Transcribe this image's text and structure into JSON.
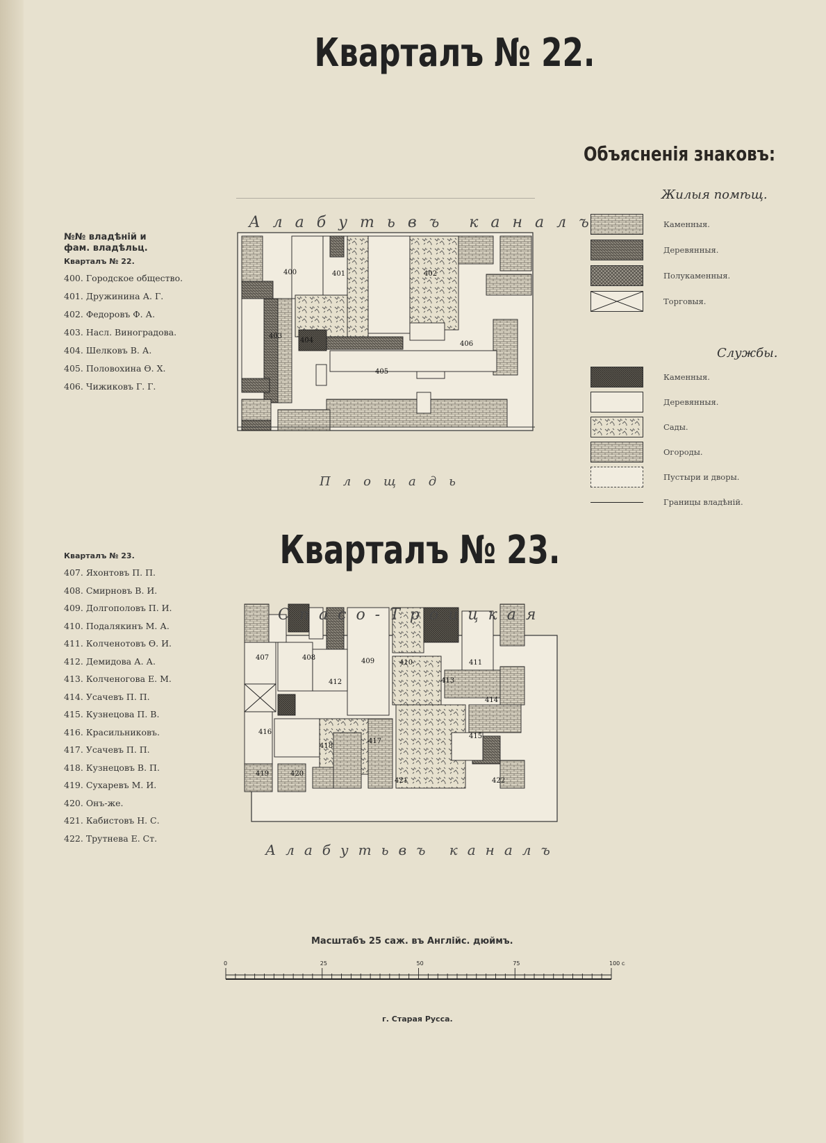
{
  "quarter22": {
    "title": "Кварталъ № 22.",
    "list_header": "№№ владѣній и фам. владѣльц.",
    "list_subheader": "Кварталъ № 22.",
    "owners": [
      {
        "num": "400.",
        "name": "Городское общество."
      },
      {
        "num": "401.",
        "name": "Дружинина А. Г."
      },
      {
        "num": "402.",
        "name": "Федоровъ Ф. А."
      },
      {
        "num": "403.",
        "name": "Насл. Виноградова."
      },
      {
        "num": "404.",
        "name": "Шелковъ В. А."
      },
      {
        "num": "405.",
        "name": "Половохина Ө. Х."
      },
      {
        "num": "406.",
        "name": "Чижиковъ Г. Г."
      }
    ],
    "streets": {
      "top": "Алабутьвъ каналъ",
      "bottom": "Площадь"
    },
    "plot_labels": [
      "400",
      "401",
      "402",
      "403",
      "404",
      "405",
      "406"
    ]
  },
  "quarter23": {
    "title": "Кварталъ № 23.",
    "list_subheader": "Кварталъ № 23.",
    "owners": [
      {
        "num": "407.",
        "name": "Яхонтовъ П. П."
      },
      {
        "num": "408.",
        "name": "Смирновъ В. И."
      },
      {
        "num": "409.",
        "name": "Долгополовъ П. И."
      },
      {
        "num": "410.",
        "name": "Подалякинъ М. А."
      },
      {
        "num": "411.",
        "name": "Колченотовъ Ө. И."
      },
      {
        "num": "412.",
        "name": "Демидова А. А."
      },
      {
        "num": "413.",
        "name": "Колченогова Е. М."
      },
      {
        "num": "414.",
        "name": "Усачевъ П. П."
      },
      {
        "num": "415.",
        "name": "Кузнецова П. В."
      },
      {
        "num": "416.",
        "name": "Красильниковъ."
      },
      {
        "num": "417.",
        "name": "Усачевъ П. П."
      },
      {
        "num": "418.",
        "name": "Кузнецовъ В. П."
      },
      {
        "num": "419.",
        "name": "Сухаревъ М. И."
      },
      {
        "num": "420.",
        "name": "Онъ-же."
      },
      {
        "num": "421.",
        "name": "Кабистовъ Н. С."
      },
      {
        "num": "422.",
        "name": "Трутнева Е. Ст."
      }
    ],
    "streets": {
      "top": "Спасо-Троицкая",
      "bottom": "Алабутьвъ каналъ"
    },
    "plot_labels": [
      "407",
      "408",
      "409",
      "410",
      "411",
      "412",
      "413",
      "414",
      "415",
      "416",
      "417",
      "418",
      "419",
      "420",
      "421",
      "422"
    ]
  },
  "legend": {
    "title": "Объясненія знаковъ:",
    "section_living": "Жилыя помѣщ.",
    "living": [
      {
        "label": "Каменныя.",
        "pattern": "brick"
      },
      {
        "label": "Деревянныя.",
        "pattern": "wood"
      },
      {
        "label": "Полукаменныя.",
        "pattern": "cross"
      },
      {
        "label": "Торговыя.",
        "pattern": "x"
      }
    ],
    "section_services": "Службы.",
    "services": [
      {
        "label": "Каменныя.",
        "pattern": "dark"
      },
      {
        "label": "Деревянныя.",
        "pattern": "blank"
      },
      {
        "label": "Сады.",
        "pattern": "garden"
      },
      {
        "label": "Огороды.",
        "pattern": "brick"
      },
      {
        "label": "Пустыри и дворы.",
        "pattern": "dashed"
      },
      {
        "label": "Границы владѣній.",
        "pattern": "line"
      }
    ]
  },
  "scale": {
    "title": "Масштабъ 25 саж. въ Англійс. дюймъ.",
    "ticks": [
      "0",
      "25",
      "50",
      "75",
      "100 саж."
    ]
  },
  "city": "г. Старая Русса."
}
